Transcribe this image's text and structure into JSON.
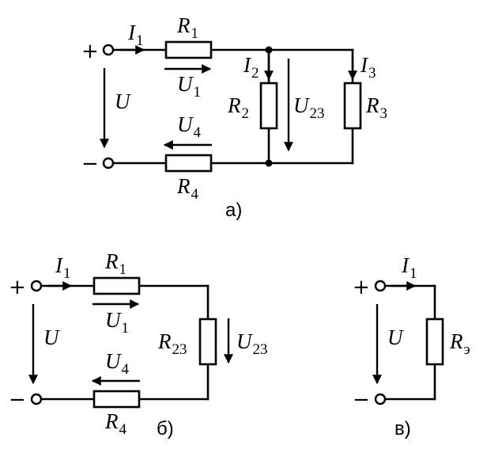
{
  "circuits": {
    "a": {
      "caption": "а)",
      "plus": "+",
      "minus": "−",
      "I1": {
        "main": "I",
        "sub": "1"
      },
      "I2": {
        "main": "I",
        "sub": "2"
      },
      "I3": {
        "main": "I",
        "sub": "3"
      },
      "R1": {
        "main": "R",
        "sub": "1"
      },
      "R2": {
        "main": "R",
        "sub": "2"
      },
      "R3": {
        "main": "R",
        "sub": "3"
      },
      "R4": {
        "main": "R",
        "sub": "4"
      },
      "U": "U",
      "U1": {
        "main": "U",
        "sub": "1"
      },
      "U4": {
        "main": "U",
        "sub": "4"
      },
      "U23": {
        "main": "U",
        "sub": "23"
      }
    },
    "b": {
      "caption": "б)",
      "plus": "+",
      "minus": "−",
      "I1": {
        "main": "I",
        "sub": "1"
      },
      "R1": {
        "main": "R",
        "sub": "1"
      },
      "R4": {
        "main": "R",
        "sub": "4"
      },
      "R23": {
        "main": "R",
        "sub": "23"
      },
      "U": "U",
      "U1": {
        "main": "U",
        "sub": "1"
      },
      "U4": {
        "main": "U",
        "sub": "4"
      },
      "U23": {
        "main": "U",
        "sub": "23"
      }
    },
    "c": {
      "caption": "в)",
      "plus": "+",
      "minus": "−",
      "I1": {
        "main": "I",
        "sub": "1"
      },
      "U": "U",
      "Re": {
        "main": "R",
        "sub": "э"
      }
    }
  }
}
